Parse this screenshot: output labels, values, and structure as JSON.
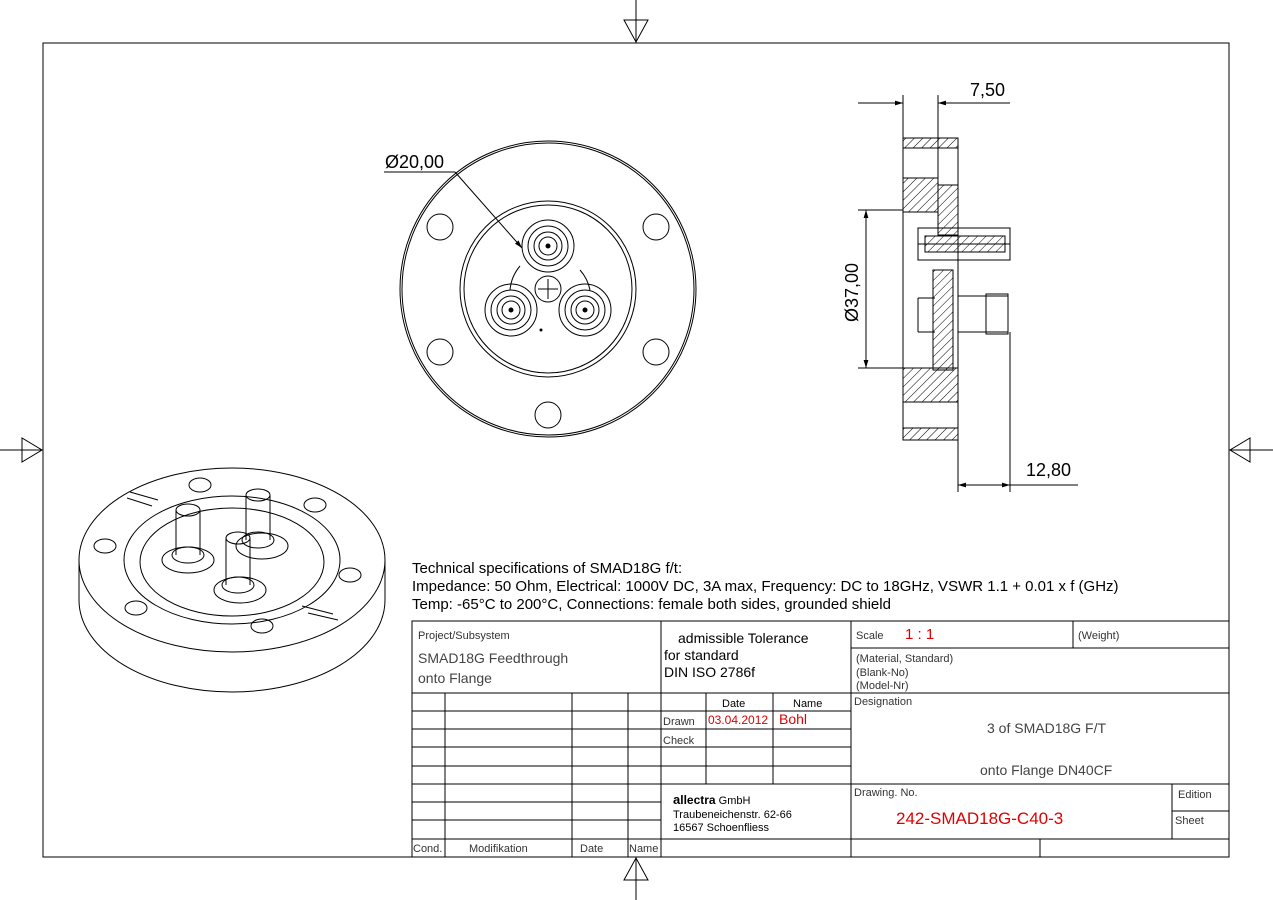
{
  "dimensions": {
    "top_dia": "Ø20,00",
    "flange_thick": "7,50",
    "bore_dia": "Ø37,00",
    "connector_len": "12,80"
  },
  "specs": {
    "line1": "Technical specifications of SMAD18G f/t:",
    "line2": "Impedance: 50 Ohm,  Electrical: 1000V DC, 3A max, Frequency: DC to 18GHz, VSWR 1.1 + 0.01 x f (GHz)",
    "line3": "Temp: -65°C to 200°C, Connections: female both sides, grounded shield"
  },
  "title_block": {
    "project_label": "Project/Subsystem",
    "project_line1": "SMAD18G Feedthrough",
    "project_line2": "onto Flange",
    "tolerance_line1": "admissible Tolerance",
    "tolerance_line2": "for standard",
    "tolerance_line3": "DIN ISO 2786f",
    "scale_label": "Scale",
    "scale_value": "1 : 1",
    "weight_label": "(Weight)",
    "material_label": "(Material, Standard)",
    "blank_label": "(Blank-No)",
    "model_label": "(Model-Nr)",
    "designation_label": "Designation",
    "designation_line1": "3 of SMAD18G F/T",
    "designation_line2": "onto Flange DN40CF",
    "date_header": "Date",
    "name_header": "Name",
    "drawn_label": "Drawn",
    "drawn_date": "03.04.2012",
    "drawn_name": "Bohl",
    "check_label": "Check",
    "company_prefix": "a",
    "company_bold": "llectra",
    "company_suffix": " GmbH",
    "address_line1": "Traubeneichenstr. 62-66",
    "address_line2": "16567 Schoenfliess",
    "drawing_no_label": "Drawing. No.",
    "drawing_no": "242-SMAD18G-C40-3",
    "edition_label": "Edition",
    "sheet_label": "Sheet",
    "cond_label": "Cond.",
    "modification_label": "Modifikation",
    "date_col_label": "Date",
    "name_col_label": "Name"
  }
}
